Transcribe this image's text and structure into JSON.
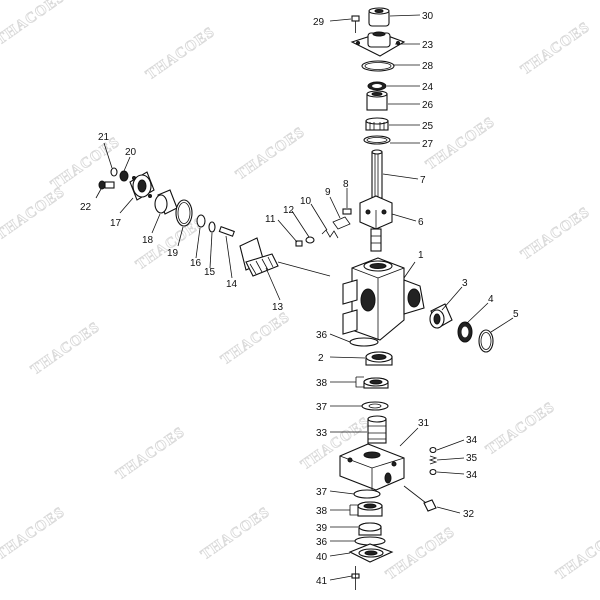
{
  "watermark": "THACOES",
  "labels": {
    "p1": "1",
    "p2": "2",
    "p3": "3",
    "p4": "4",
    "p5": "5",
    "p6": "6",
    "p7": "7",
    "p8": "8",
    "p9": "9",
    "p10": "10",
    "p11": "11",
    "p12": "12",
    "p13": "13",
    "p14": "14",
    "p15": "15",
    "p16": "16",
    "p17": "17",
    "p18": "18",
    "p19": "19",
    "p20": "20",
    "p21": "21",
    "p22": "22",
    "p23": "23",
    "p24": "24",
    "p25": "25",
    "p26": "26",
    "p27": "27",
    "p28": "28",
    "p29": "29",
    "p30": "30",
    "p31": "31",
    "p32": "32",
    "p33": "33",
    "p34a": "34",
    "p34b": "34",
    "p35": "35",
    "p36a": "36",
    "p36b": "36",
    "p37a": "37",
    "p37b": "37",
    "p38a": "38",
    "p38b": "38",
    "p39": "39",
    "p40": "40",
    "p41": "41"
  }
}
